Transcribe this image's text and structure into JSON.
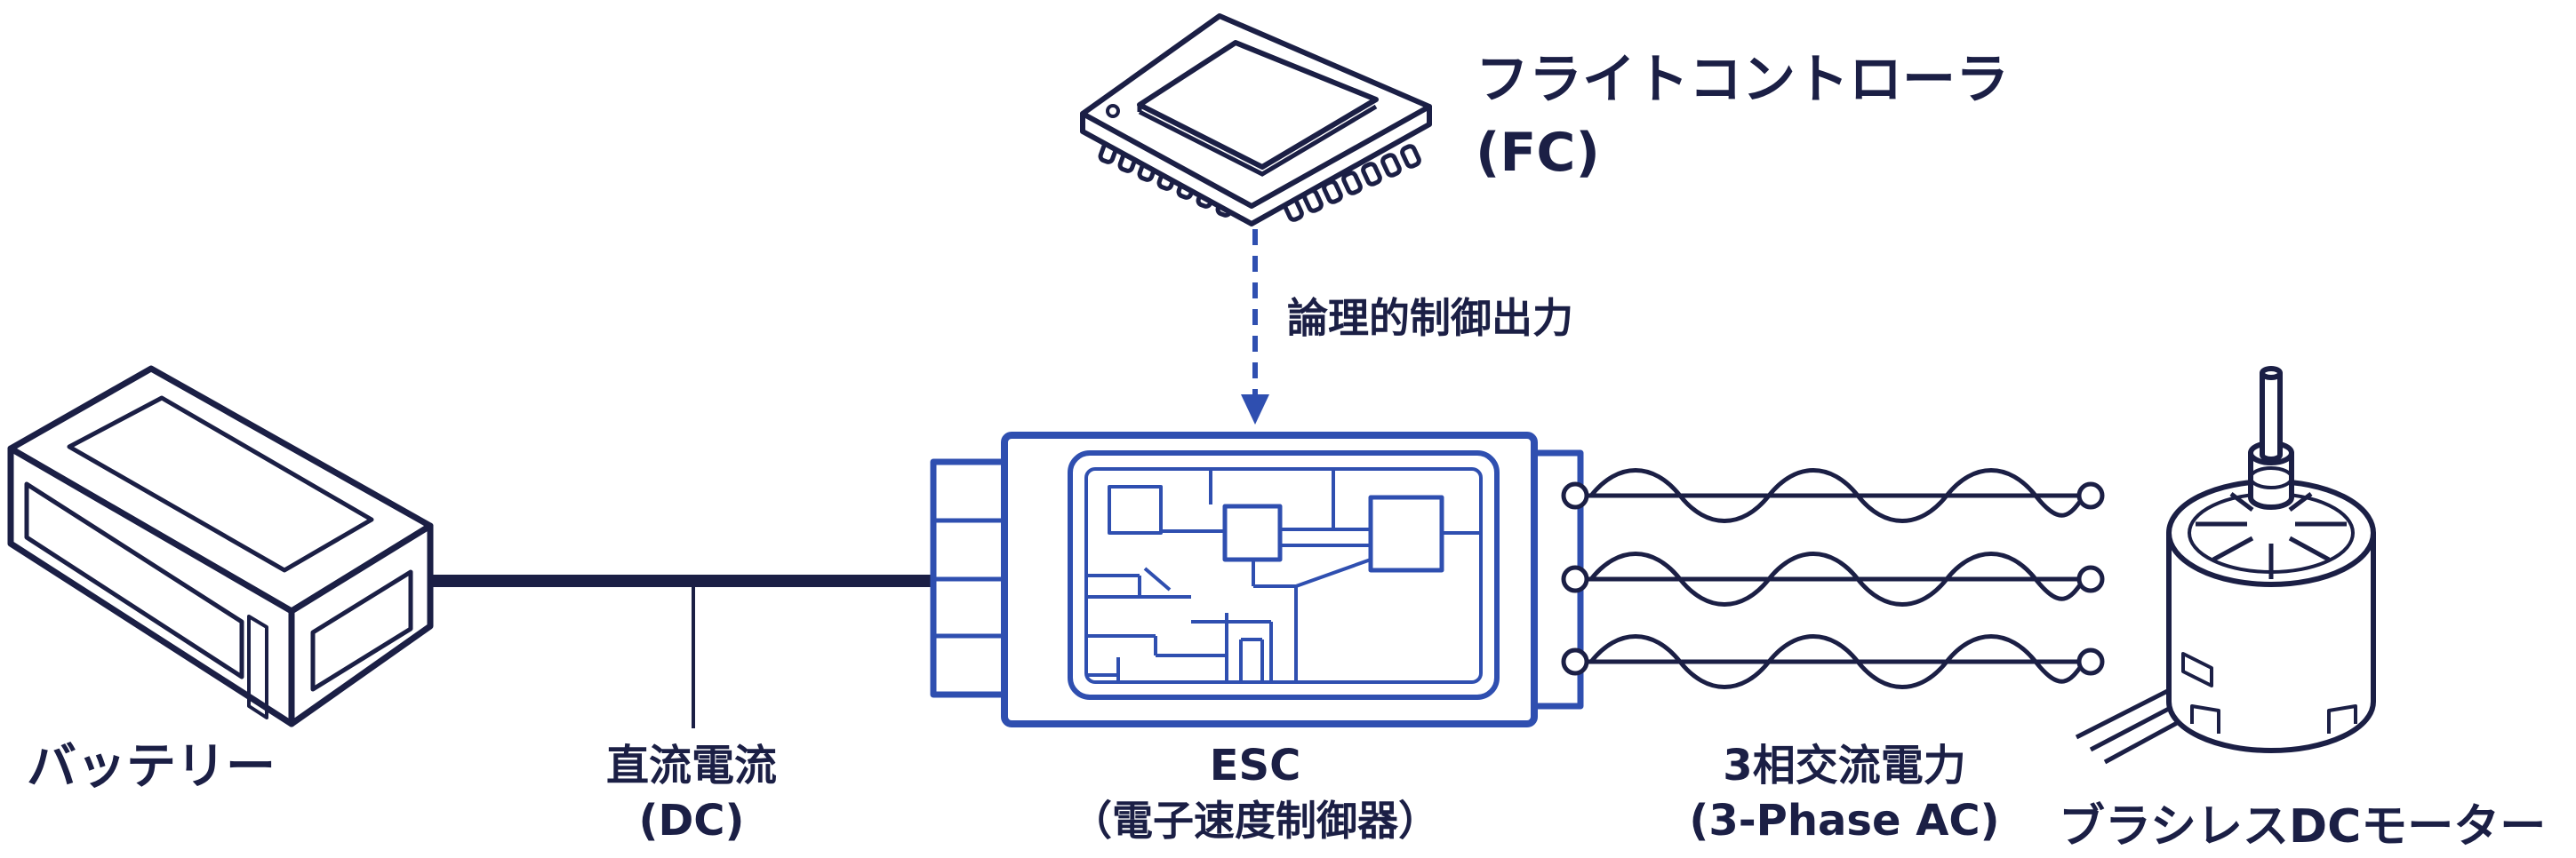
{
  "components": {
    "flight_controller": {
      "name": "フライトコントローラ",
      "abbr": "(FC)"
    },
    "battery": {
      "name": "バッテリー"
    },
    "esc": {
      "name": "ESC",
      "subtitle": "（電子速度制御器）"
    },
    "motor": {
      "name": "ブラシレスDCモーター"
    }
  },
  "connections": {
    "fc_to_esc": {
      "label": "論理的制御出力"
    },
    "battery_to_esc": {
      "label": "直流電流",
      "abbr": "(DC)"
    },
    "esc_to_motor": {
      "label": "3相交流電力",
      "abbr": "(3-Phase AC)"
    }
  },
  "colors": {
    "outline": "#1b1f45",
    "accent": "#2f4fb0",
    "background": "#ffffff"
  },
  "icons": [
    "microchip-icon",
    "battery-icon",
    "circuit-board-icon",
    "brushless-motor-icon"
  ]
}
